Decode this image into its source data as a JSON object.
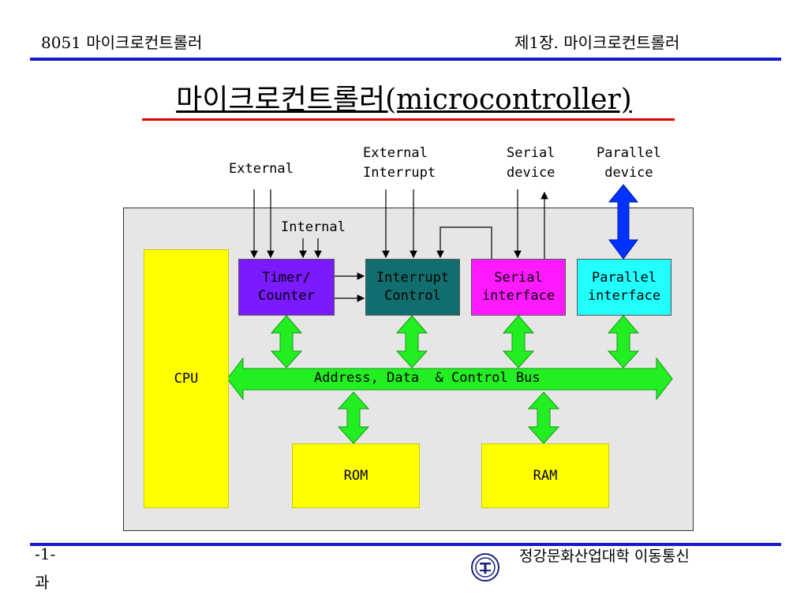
{
  "header": {
    "left": "8051 마이크로컨트롤러",
    "right": "제1장. 마이크로컨트롤러"
  },
  "title": "마이크로컨트롤러(microcontroller)",
  "diagram": {
    "labels": {
      "external": "External",
      "internal": "Internal",
      "external_interrupt": "External\nInterrupt",
      "serial_device": "Serial\ndevice",
      "parallel_device": "Parallel\ndevice",
      "bus": "Address, Data  & Control Bus"
    },
    "blocks": {
      "cpu": "CPU",
      "timer": "Timer/\nCounter",
      "interrupt": "Interrupt\nControl",
      "serial": "Serial\ninterface",
      "parallel": "Parallel\ninterface",
      "rom": "ROM",
      "ram": "RAM"
    },
    "colors": {
      "panel": "#e6e6e6",
      "cpu": "#ffff00",
      "timer": "#7a1aff",
      "interrupt": "#126e6e",
      "serial": "#ff1aff",
      "parallel": "#22ffff",
      "memory": "#ffff00",
      "bus": "#22ee22",
      "parallel_arrow": "#0033ff"
    }
  },
  "footer": {
    "page": "-1-",
    "dept_line2": "과",
    "university": "정강문화산업대학 이동통신"
  }
}
